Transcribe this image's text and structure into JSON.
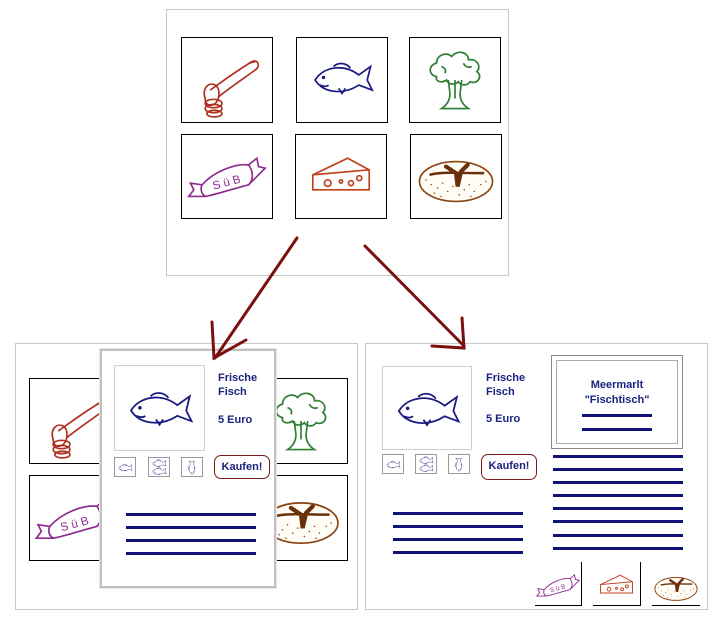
{
  "products": [
    {
      "name": "sausage-icon"
    },
    {
      "name": "fish-icon"
    },
    {
      "name": "broccoli-icon"
    },
    {
      "name": "candy-icon",
      "label": "SüB"
    },
    {
      "name": "cheese-icon"
    },
    {
      "name": "bread-icon"
    }
  ],
  "popup": {
    "product_name": "Frische\nFisch",
    "price": "5 Euro",
    "buy_label": "Kaufen!"
  },
  "detail": {
    "product_name": "Frische\nFisch",
    "price": "5 Euro",
    "buy_label": "Kaufen!",
    "shop_sign": "Meermarlt\n\"Fischtisch\""
  },
  "colors": {
    "arrow": "#7a1010",
    "text": "#1a237e",
    "lines": "#10127a",
    "sausage": "#b03020",
    "fish": "#1a1a80",
    "broccoli": "#2e7d32",
    "candy": "#8e2a8e",
    "cheese": "#c0401a",
    "bread": "#8b4513"
  }
}
